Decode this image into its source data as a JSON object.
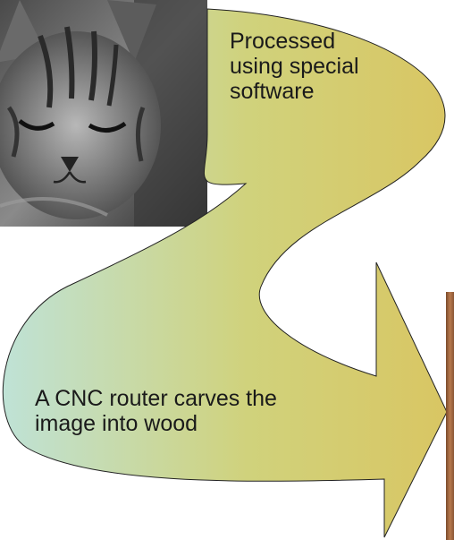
{
  "diagram": {
    "photo": {
      "subject": "cat-photo",
      "style": "grayscale"
    },
    "steps": [
      {
        "text": "Processed\nusing special\nsoftware"
      },
      {
        "text": "A CNC router carves the\nimage into wood"
      }
    ],
    "arrow": {
      "fill_start": "#bfe2d6",
      "fill_end": "#d9c663",
      "stroke": "#222222"
    },
    "result": {
      "subject": "carved-wood-panel",
      "color": "#a66a3f"
    }
  }
}
